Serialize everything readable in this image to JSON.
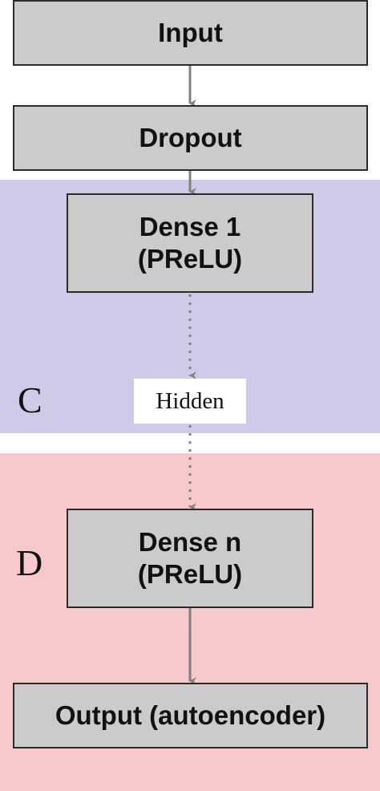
{
  "colors": {
    "node_fill": "#cccaca",
    "node_border": "#2b2b2b",
    "region_c_fill": "#cecbe8",
    "region_d_fill": "#f7c9cd",
    "arrow": "#808080"
  },
  "regions": {
    "c": {
      "label": "C"
    },
    "d": {
      "label": "D"
    }
  },
  "nodes": {
    "input": {
      "lines": [
        "Input"
      ]
    },
    "dropout": {
      "lines": [
        "Dropout"
      ]
    },
    "dense1": {
      "lines": [
        "Dense 1",
        "(PReLU)"
      ]
    },
    "densen": {
      "lines": [
        "Dense n",
        "(PReLU)"
      ]
    },
    "output": {
      "lines": [
        "Output (autoencoder)"
      ]
    }
  },
  "hidden_label": "Hidden",
  "edges": [
    {
      "from": "input",
      "to": "dropout",
      "style": "solid"
    },
    {
      "from": "dropout",
      "to": "dense1",
      "style": "solid"
    },
    {
      "from": "dense1",
      "to": "hidden",
      "style": "dotted"
    },
    {
      "from": "hidden",
      "to": "densen",
      "style": "dotted"
    },
    {
      "from": "densen",
      "to": "output",
      "style": "solid"
    }
  ]
}
